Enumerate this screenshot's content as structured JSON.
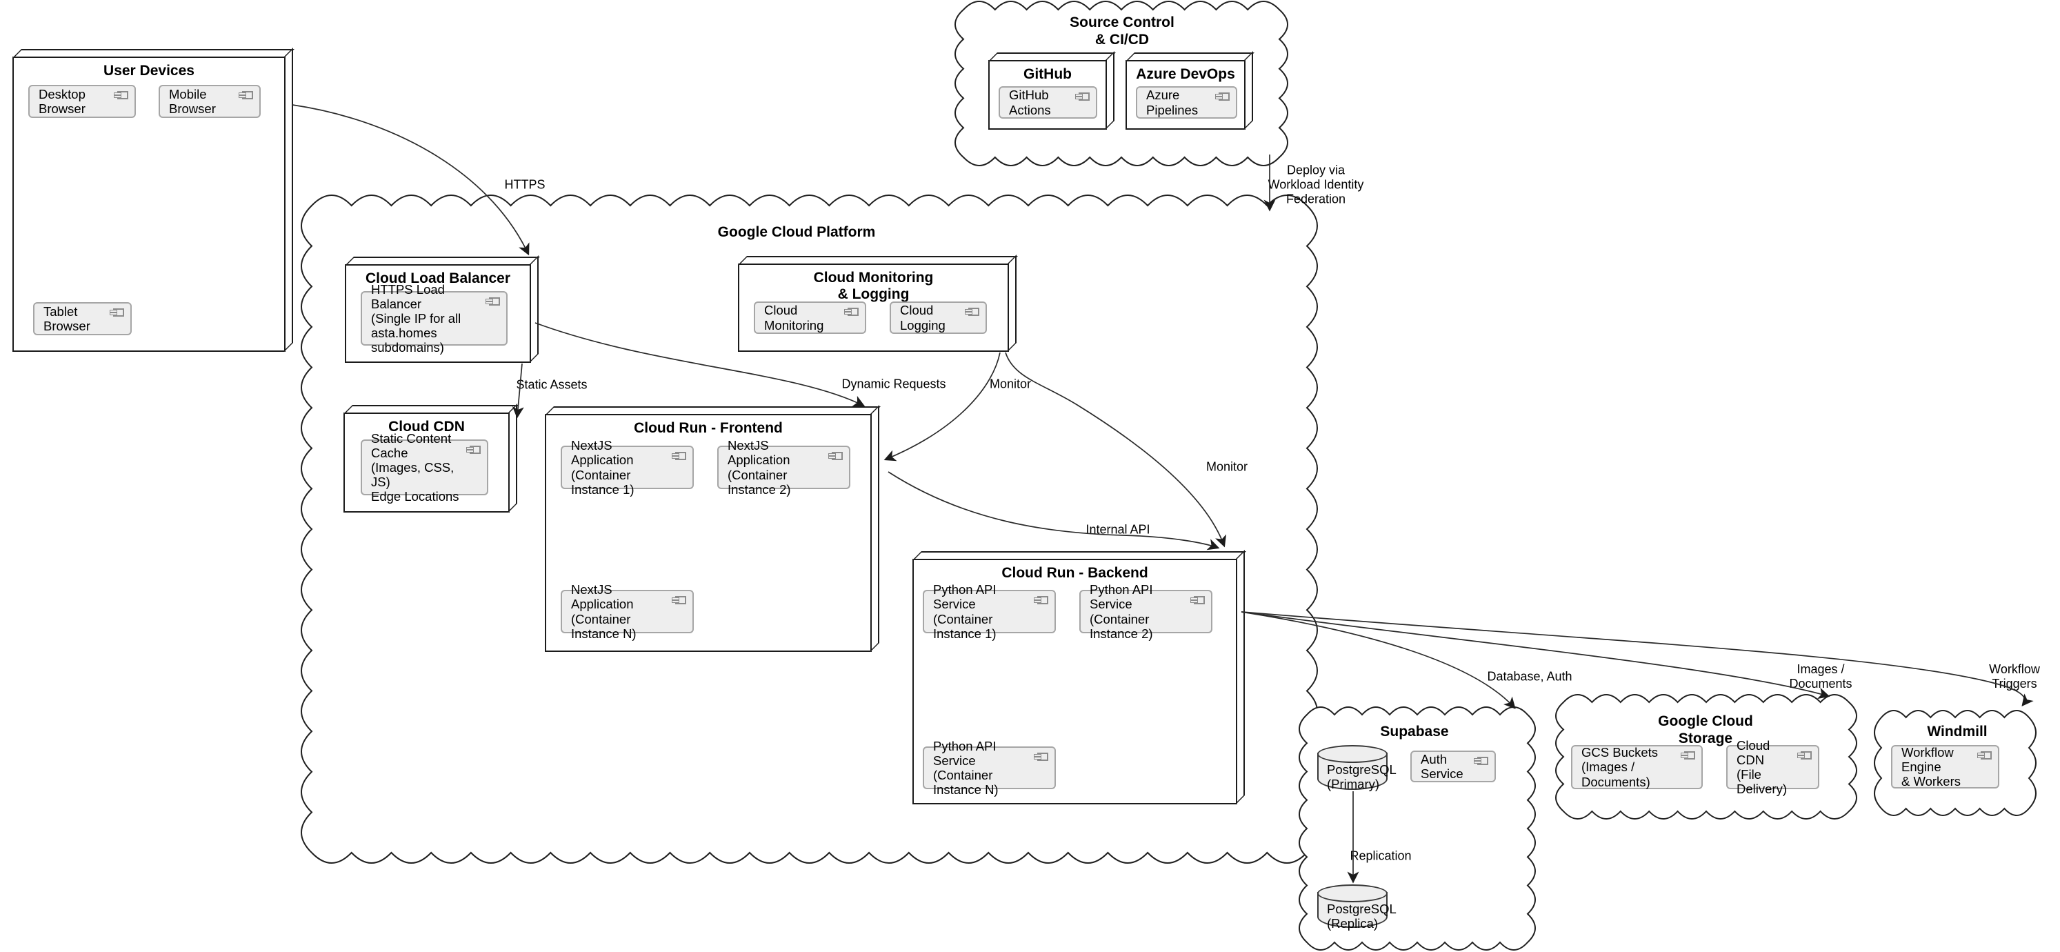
{
  "diagram": {
    "user_devices": {
      "title": "User Devices",
      "desktop": "Desktop Browser",
      "mobile": "Mobile Browser",
      "tablet": "Tablet Browser"
    },
    "source_control": {
      "title": "Source Control\n& CI/CD",
      "github": {
        "title": "GitHub",
        "actions": "GitHub Actions"
      },
      "azure": {
        "title": "Azure DevOps",
        "pipelines": "Azure Pipelines"
      }
    },
    "gcp": {
      "title": "Google Cloud Platform",
      "load_balancer": {
        "title": "Cloud Load Balancer",
        "component": "HTTPS Load Balancer\n(Single IP for all\nasta.homes subdomains)"
      },
      "monitoring": {
        "title": "Cloud Monitoring\n& Logging",
        "cloud_monitoring": "Cloud Monitoring",
        "cloud_logging": "Cloud Logging"
      },
      "cdn": {
        "title": "Cloud CDN",
        "component": "Static Content Cache\n(Images, CSS, JS)\nEdge Locations"
      },
      "frontend": {
        "title": "Cloud Run - Frontend",
        "instance1": "NextJS Application\n(Container Instance 1)",
        "instance2": "NextJS Application\n(Container Instance 2)",
        "instanceN": "NextJS Application\n(Container Instance N)"
      },
      "backend": {
        "title": "Cloud Run - Backend",
        "instance1": "Python API Service\n(Container Instance 1)",
        "instance2": "Python API Service\n(Container Instance 2)",
        "instanceN": "Python API Service\n(Container Instance N)"
      }
    },
    "supabase": {
      "title": "Supabase",
      "primary": "PostgreSQL\n(Primary)",
      "auth": "Auth Service",
      "replica": "PostgreSQL\n(Replica)"
    },
    "gcs": {
      "title": "Google Cloud\nStorage",
      "buckets": "GCS Buckets\n(Images / Documents)",
      "cdn": "Cloud CDN\n(File Delivery)"
    },
    "windmill": {
      "title": "Windmill",
      "component": "Workflow Engine\n& Workers"
    }
  },
  "edges": {
    "https": "HTTPS",
    "static_assets": "Static Assets",
    "dynamic_requests": "Dynamic Requests",
    "monitor_frontend": "Monitor",
    "monitor_backend": "Monitor",
    "internal_api": "Internal API",
    "database_auth": "Database, Auth",
    "images_documents": "Images /\nDocuments",
    "workflow_triggers": "Workflow Triggers",
    "deploy": "Deploy via\nWorkload Identity\nFederation",
    "replication": "Replication"
  },
  "colors": {
    "component_fill": "#eeeeee",
    "component_border": "#a6a6a6",
    "node_border": "#1b1b1b",
    "cloud_border": "#1f1f1f",
    "text": "#000000",
    "edge": "#2a2a2a"
  }
}
